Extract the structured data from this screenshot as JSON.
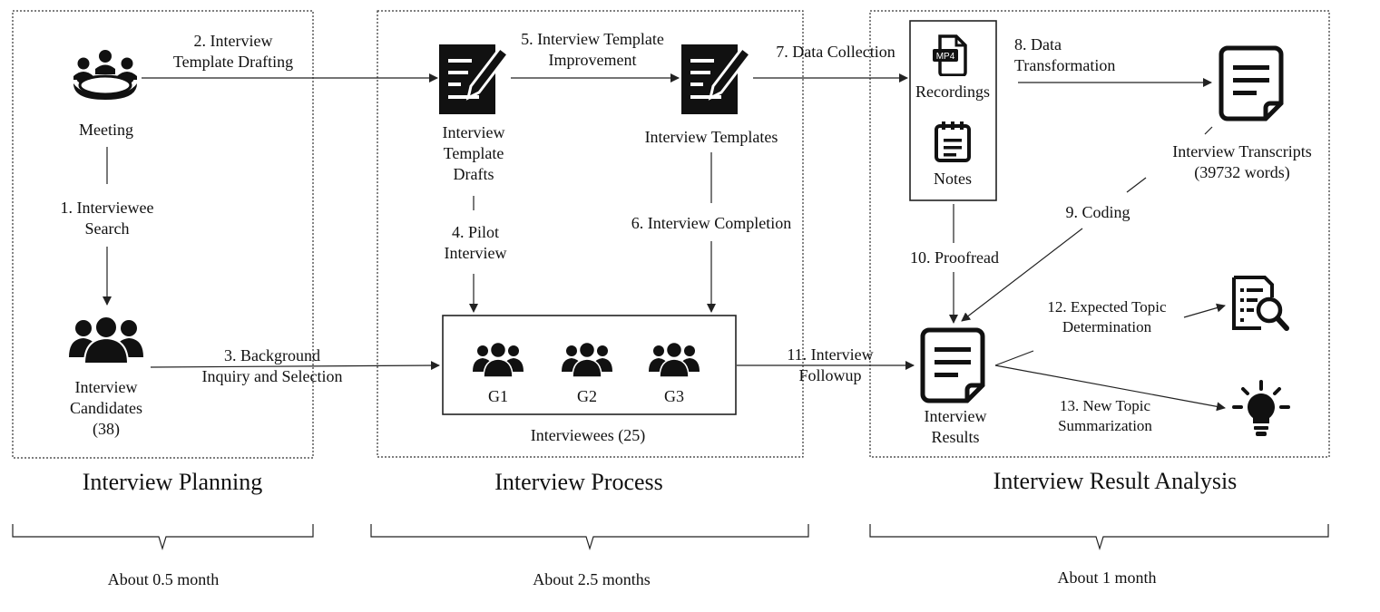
{
  "phases": [
    {
      "title": "Interview Planning",
      "duration": "About 0.5 month"
    },
    {
      "title": "Interview Process",
      "duration": "About 2.5 months"
    },
    {
      "title": "Interview Result Analysis",
      "duration": "About 1 month"
    }
  ],
  "nodes": {
    "meeting": "Meeting",
    "candidates": "Interview\nCandidates\n(38)",
    "drafts": "Interview\nTemplate\nDrafts",
    "templates": "Interview Templates",
    "interviewees": "Interviewees (25)",
    "groups": [
      "G1",
      "G2",
      "G3"
    ],
    "recordings": "Recordings",
    "mp4_label": "MP4",
    "notes": "Notes",
    "transcripts": "Interview Transcripts\n(39732 words)",
    "results": "Interview\nResults"
  },
  "steps": {
    "s1": "1. Interviewee\nSearch",
    "s2": "2. Interview\nTemplate Drafting",
    "s3": "3. Background\nInquiry and Selection",
    "s4": "4. Pilot\nInterview",
    "s5": "5. Interview Template\nImprovement",
    "s6": "6. Interview Completion",
    "s7": "7. Data Collection",
    "s8": "8. Data\nTransformation",
    "s9": "9. Coding",
    "s10": "10. Proofread",
    "s11": "11. Interview\nFollowup",
    "s12": "12. Expected Topic\nDetermination",
    "s13": "13. New Topic\nSummarization"
  },
  "icons": [
    "meeting-icon",
    "group-icon",
    "document-edit-icon",
    "mp4-file-icon",
    "notepad-icon",
    "document-icon",
    "search-document-icon",
    "lightbulb-icon"
  ]
}
